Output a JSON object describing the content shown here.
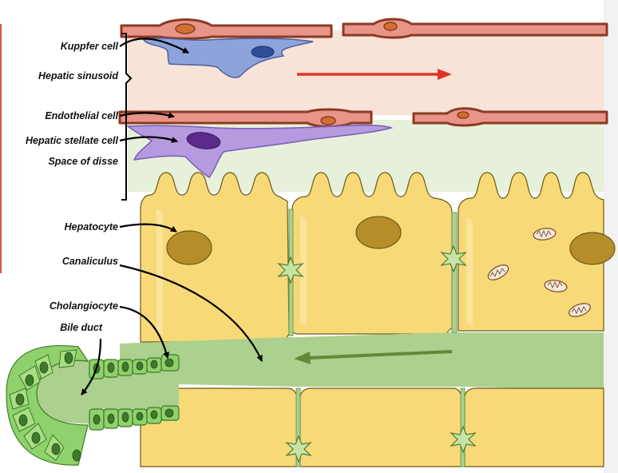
{
  "labels": {
    "kupffer": "Kuppfer cell",
    "sinusoid": "Hepatic sinusoid",
    "endothelial": "Endothelial cell",
    "stellate": "Hepatic stellate cell",
    "disse": "Space of disse",
    "hepatocyte": "Hepatocyte",
    "canaliculus": "Canaliculus",
    "cholangiocyte": "Cholangiocyte",
    "bileduct": "Bile duct"
  },
  "colors": {
    "sinusoid_bg": "#f7e3d8",
    "disse_bg": "#e6f0da",
    "endothelial": "#e89488",
    "endothelial_border": "#8a3a22",
    "kupffer": "#8ea3dc",
    "stellate": "#b69ae0",
    "hepatocyte": "#f7d978",
    "canal_bg": "#acd08e",
    "cholangiocyte": "#8fd16c",
    "blood_flow_arrow": "#e0332a",
    "bile_flow_arrow": "#5f8a3a",
    "left_border": "#d9534f"
  }
}
